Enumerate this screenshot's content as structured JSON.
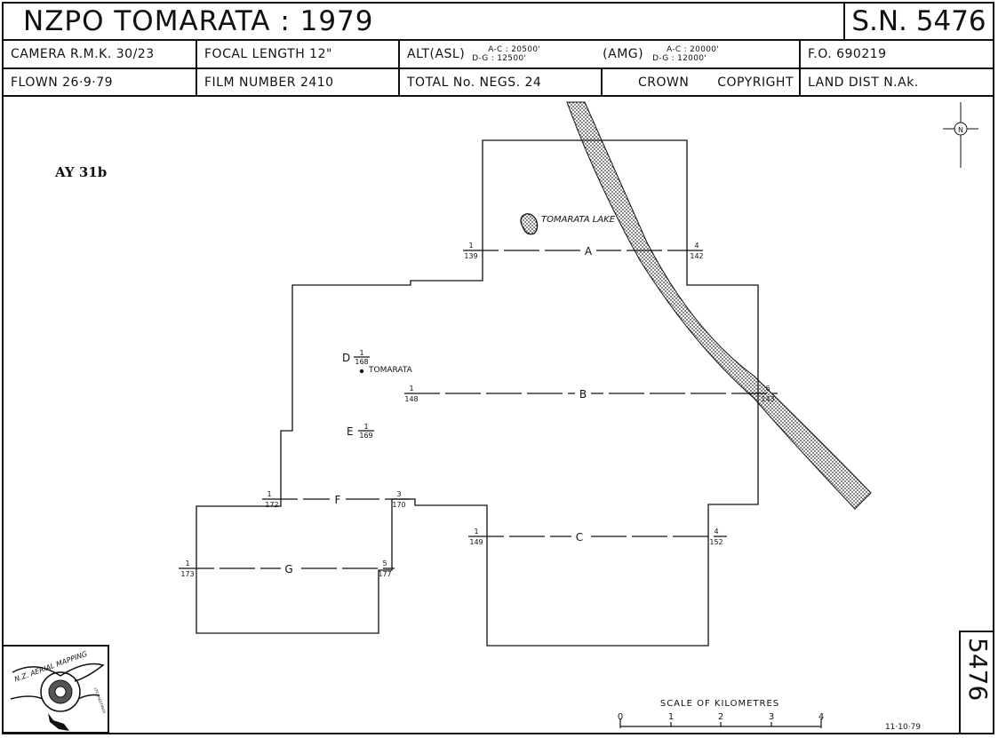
{
  "header": {
    "title": "NZPO TOMARATA : 1979",
    "sheet_number": "S.N. 5476",
    "camera": "CAMERA  R.M.K. 30/23",
    "focal_length": "FOCAL LENGTH  12\"",
    "alt_asl_label": "ALT(ASL)",
    "alt_asl_ac": "A-C : 20500'",
    "alt_asl_dg": "D-G : 12500'",
    "alt_amg_label": "(AMG)",
    "alt_amg_ac": "A-C : 20000'",
    "alt_amg_dg": "D-G : 12000'",
    "fo": "F.O. 690219",
    "flown": "FLOWN  26·9·79",
    "film_number": "FILM NUMBER  2410",
    "total_negs": "TOTAL No. NEGS. 24",
    "crown": "CROWN",
    "copyright": "COPYRIGHT",
    "land_dist": "LAND DIST   N.Ak."
  },
  "map": {
    "code": "AY 31b",
    "lake_label": "TOMARATA LAKE",
    "town_label": "TOMARATA",
    "strips": [
      {
        "name": "A",
        "start_run": "1",
        "start_neg": "139",
        "end_run": "4",
        "end_neg": "142"
      },
      {
        "name": "B",
        "start_run": "1",
        "start_neg": "148",
        "end_run": "6",
        "end_neg": "143"
      },
      {
        "name": "C",
        "start_run": "1",
        "start_neg": "149",
        "end_run": "4",
        "end_neg": "152"
      },
      {
        "name": "F",
        "start_run": "1",
        "start_neg": "172",
        "end_run": "3",
        "end_neg": "170"
      },
      {
        "name": "G",
        "start_run": "1",
        "start_neg": "173",
        "end_run": "5",
        "end_neg": "177"
      }
    ],
    "spot_photos": [
      {
        "name": "D",
        "run": "1",
        "neg": "168"
      },
      {
        "name": "E",
        "run": "1",
        "neg": "169"
      }
    ],
    "north_label": "N"
  },
  "scale": {
    "caption": "SCALE   OF   KILOMETRES",
    "ticks": [
      "0",
      "1",
      "2",
      "3",
      "4"
    ]
  },
  "footer": {
    "date": "11·10·79",
    "sheet_number_vertical": "5476",
    "logo_text": "N.Z. AERIAL MAPPING",
    "logo_sub": "LTD. HASTINGS"
  }
}
